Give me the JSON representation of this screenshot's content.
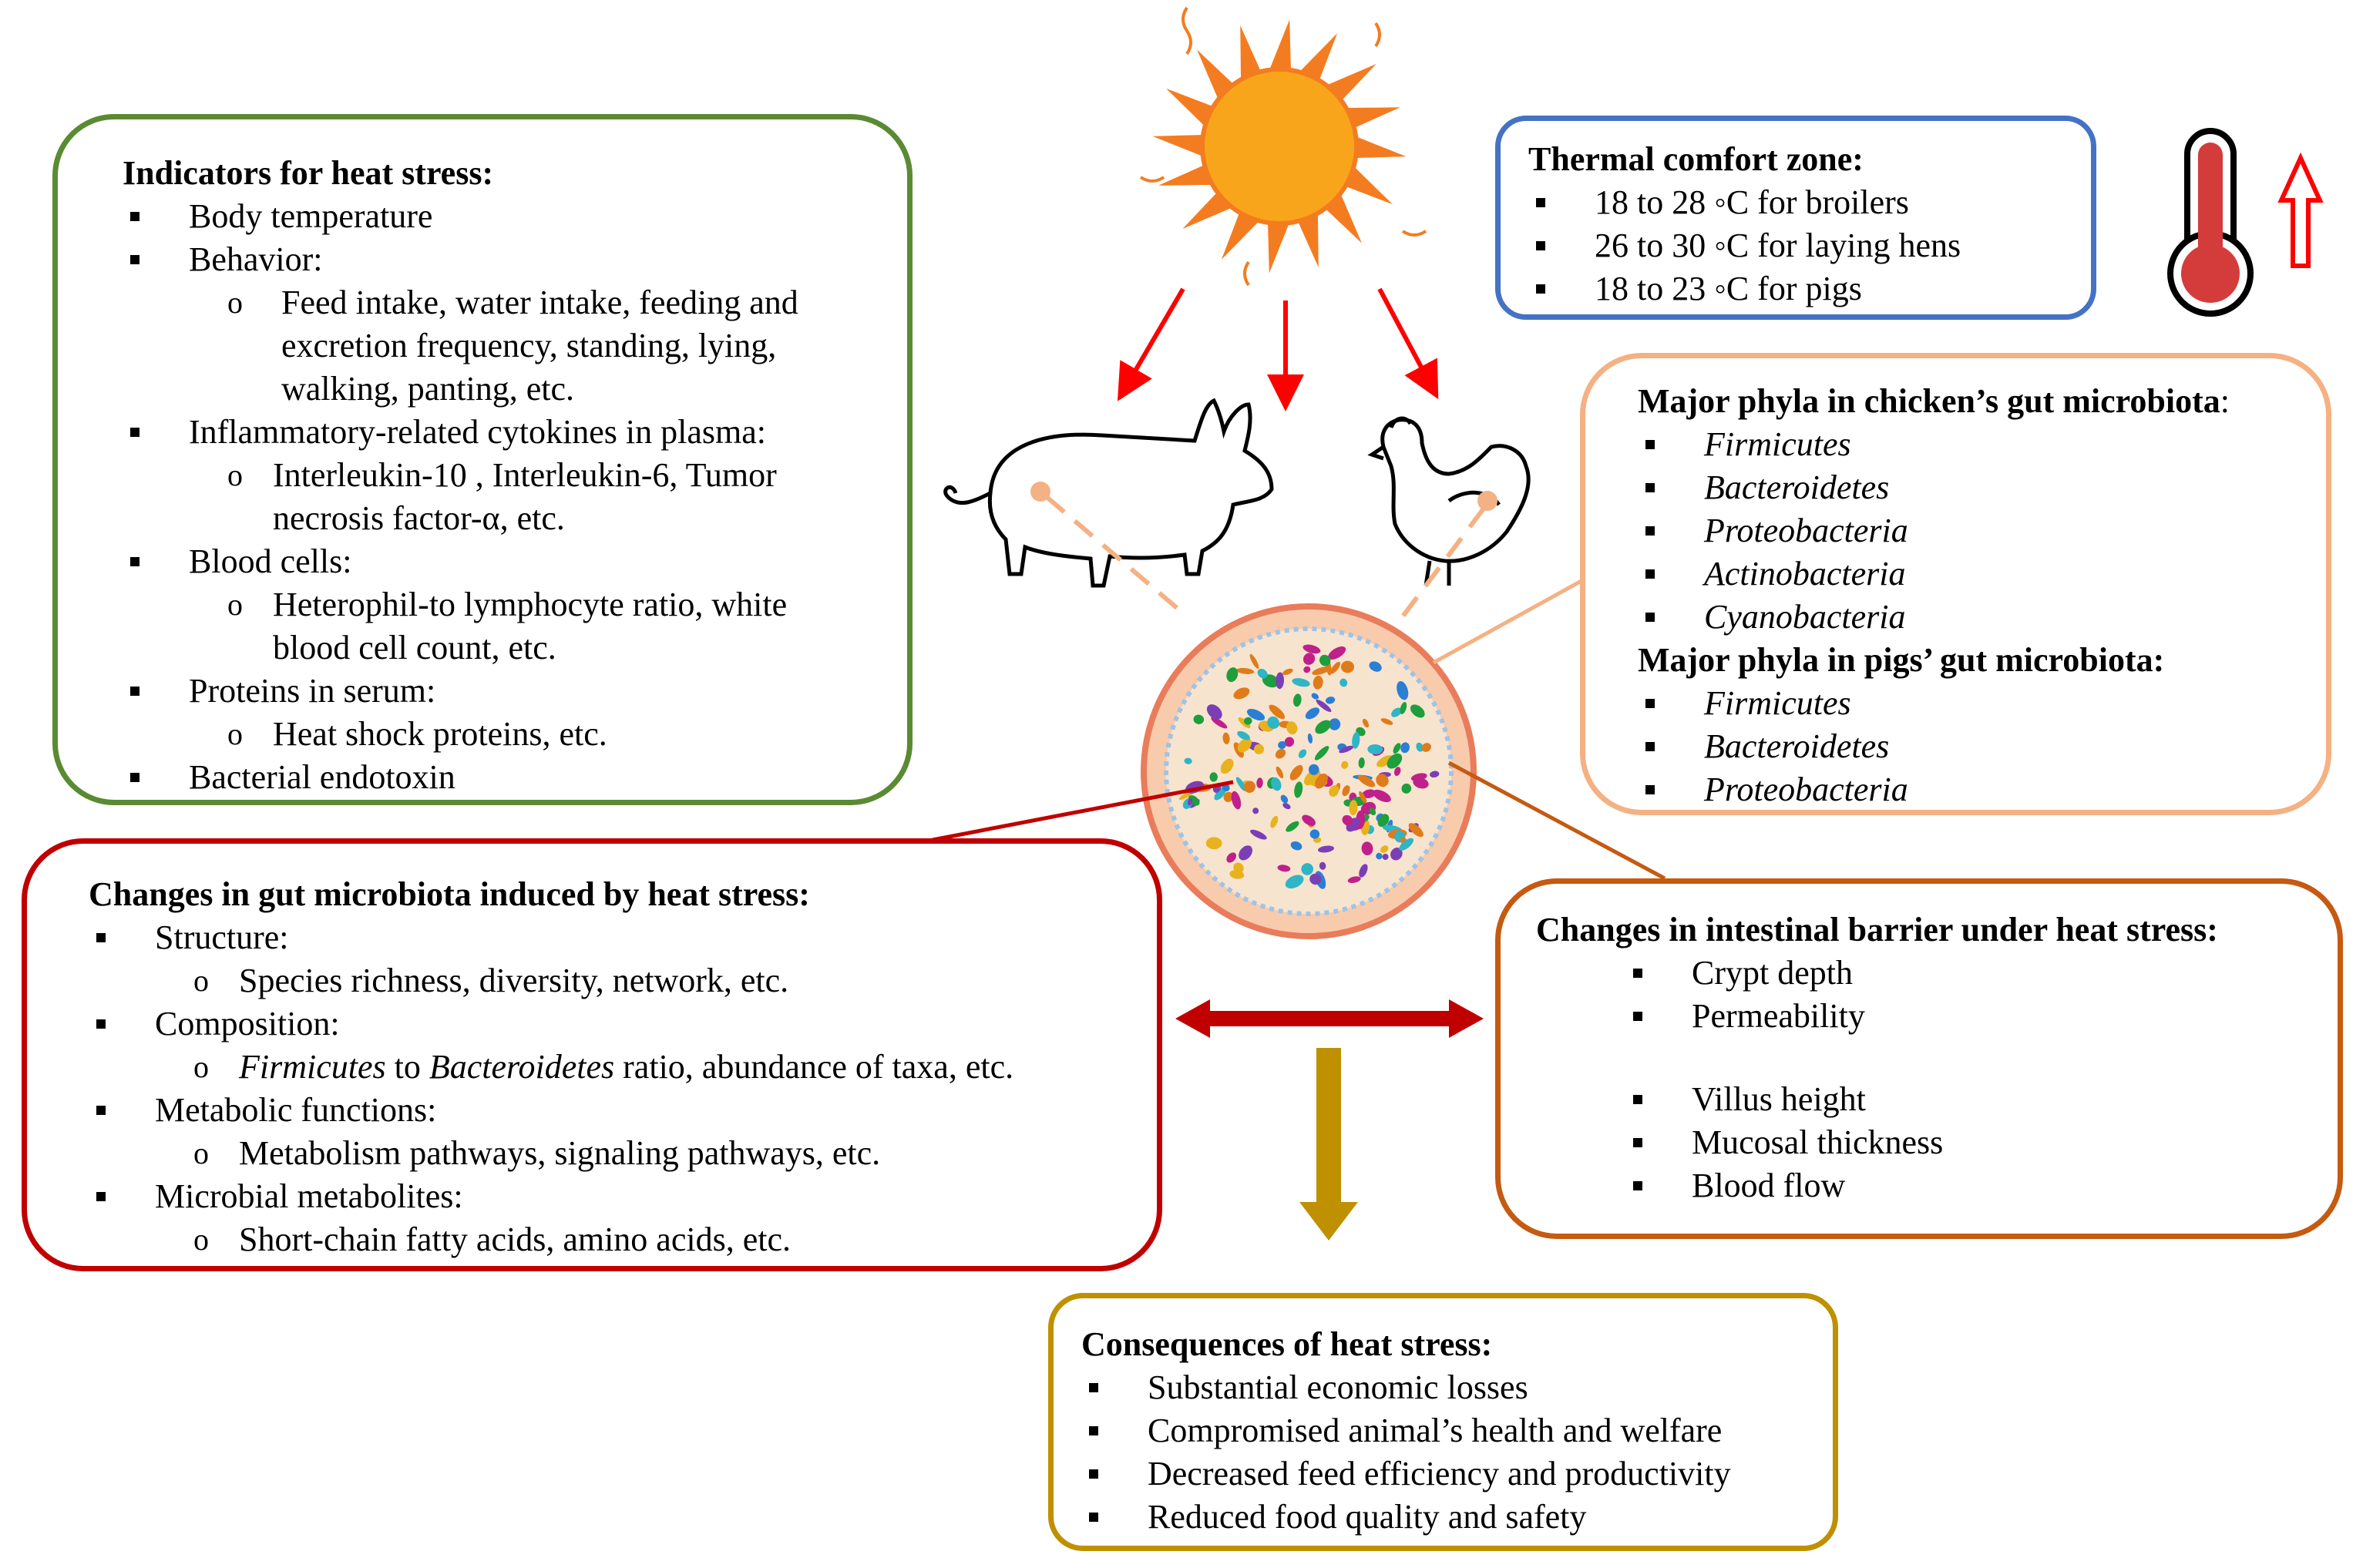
{
  "indicators": {
    "title": "Indicators for heat stress:",
    "items": [
      {
        "level": 1,
        "text": "Body temperature"
      },
      {
        "level": 1,
        "text": "Behavior:"
      },
      {
        "level": 2,
        "text": "Feed intake, water intake, feeding and excretion frequency, standing, lying, walking, panting, etc."
      },
      {
        "level": 1,
        "text": "Inflammatory-related cytokines in plasma:"
      },
      {
        "level": 2,
        "text": "Interleukin-10 , Interleukin-6, Tumor necrosis factor-α, etc."
      },
      {
        "level": 1,
        "text": "Blood cells:"
      },
      {
        "level": 2,
        "text": "Heterophil-to lymphocyte ratio, white blood cell count, etc."
      },
      {
        "level": 1,
        "text": "Proteins in serum:"
      },
      {
        "level": 2,
        "text": "Heat shock proteins, etc."
      },
      {
        "level": 1,
        "text": "Bacterial endotoxin"
      }
    ]
  },
  "thermal": {
    "title": "Thermal comfort zone:",
    "items": [
      "18 to 28 ◦C for broilers",
      "26 to 30 ◦C for laying hens",
      "18 to 23 ◦C for pigs"
    ]
  },
  "phyla": {
    "chicken_title": "Major phyla in chicken’s gut microbiota",
    "chicken_suffix": ":",
    "chicken": [
      "Firmicutes",
      "Bacteroidetes",
      "Proteobacteria",
      "Actinobacteria",
      "Cyanobacteria"
    ],
    "pig_title": "Major phyla in pigs’ gut microbiota:",
    "pig": [
      "Firmicutes",
      "Bacteroidetes",
      "Proteobacteria"
    ]
  },
  "gut_changes": {
    "title": "Changes in gut microbiota induced by heat stress:",
    "structure": "Structure:",
    "structure_sub": "Species richness, diversity, network, etc.",
    "composition": "Composition:",
    "comp_firm": "Firmicutes",
    "comp_to": " to ",
    "comp_bact": "Bacteroidetes",
    "comp_rest": " ratio, abundance of taxa, etc.",
    "metabolic": "Metabolic functions:",
    "metabolic_sub": "Metabolism pathways, signaling pathways, etc.",
    "metabolites": "Microbial metabolites:",
    "metabolites_sub": "Short-chain fatty acids, amino acids, etc."
  },
  "barrier": {
    "title": "Changes in intestinal barrier under heat stress:",
    "increase": [
      "Crypt depth",
      "Permeability"
    ],
    "decrease": [
      "Villus height",
      "Mucosal thickness",
      "Blood flow"
    ]
  },
  "consequences": {
    "title": "Consequences of heat stress:",
    "items": [
      "Substantial economic losses",
      "Compromised animal’s health and welfare",
      "Decreased feed efficiency and productivity",
      "Reduced food quality and safety"
    ]
  },
  "colors": {
    "green": "#5a8a32",
    "blue": "#4472c4",
    "peach": "#f4b183",
    "red": "#c00000",
    "orange": "#c55a11",
    "gold": "#bf9000",
    "sun": "#f7a600",
    "sun_ray": "#f47c20",
    "arrow_red": "#ff0000"
  },
  "icons": [
    "sun-icon",
    "thermometer-icon",
    "pig-icon",
    "chicken-icon",
    "microbiota-circle-icon"
  ]
}
